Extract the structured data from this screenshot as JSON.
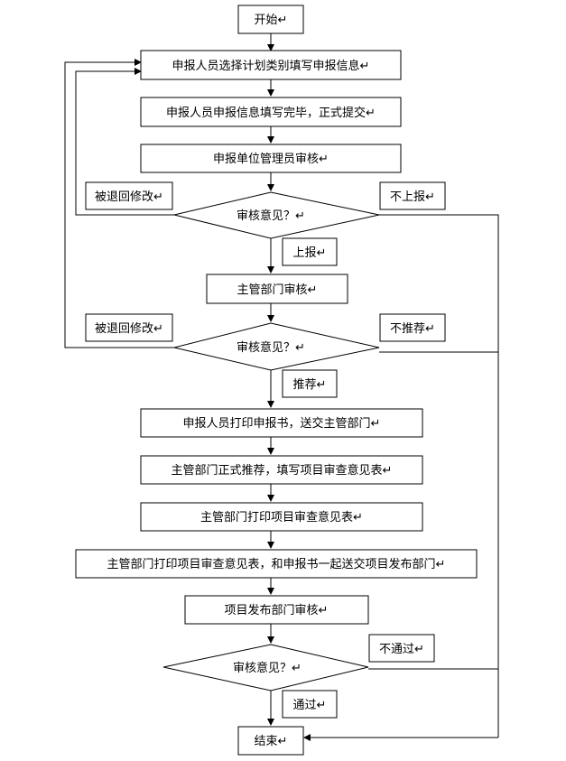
{
  "flowchart": {
    "start": "开始↵",
    "step1": "申报人员选择计划类别填写申报信息↵",
    "step2": "申报人员申报信息填写完毕，正式提交↵",
    "step3": "申报单位管理员审核↵",
    "decision1": "审核意见？↵",
    "decision1_return": "被退回修改↵",
    "decision1_reject": "不上报↵",
    "decision1_pass": "上报↵",
    "step4": "主管部门审核↵",
    "decision2": "审核意见？↵",
    "decision2_return": "被退回修改↵",
    "decision2_reject": "不推荐↵",
    "decision2_pass": "推荐↵",
    "step5": "申报人员打印申报书，送交主管部门↵",
    "step6": "主管部门正式推荐，填写项目审查意见表↵",
    "step7": "主管部门打印项目审查意见表↵",
    "step8": "主管部门打印项目审查意见表，和申报书一起送交项目发布部门↵",
    "step9": "项目发布部门审核↵",
    "decision3": "审核意见？↵",
    "decision3_reject": "不通过↵",
    "decision3_pass": "通过↵",
    "end": "结束↵"
  }
}
